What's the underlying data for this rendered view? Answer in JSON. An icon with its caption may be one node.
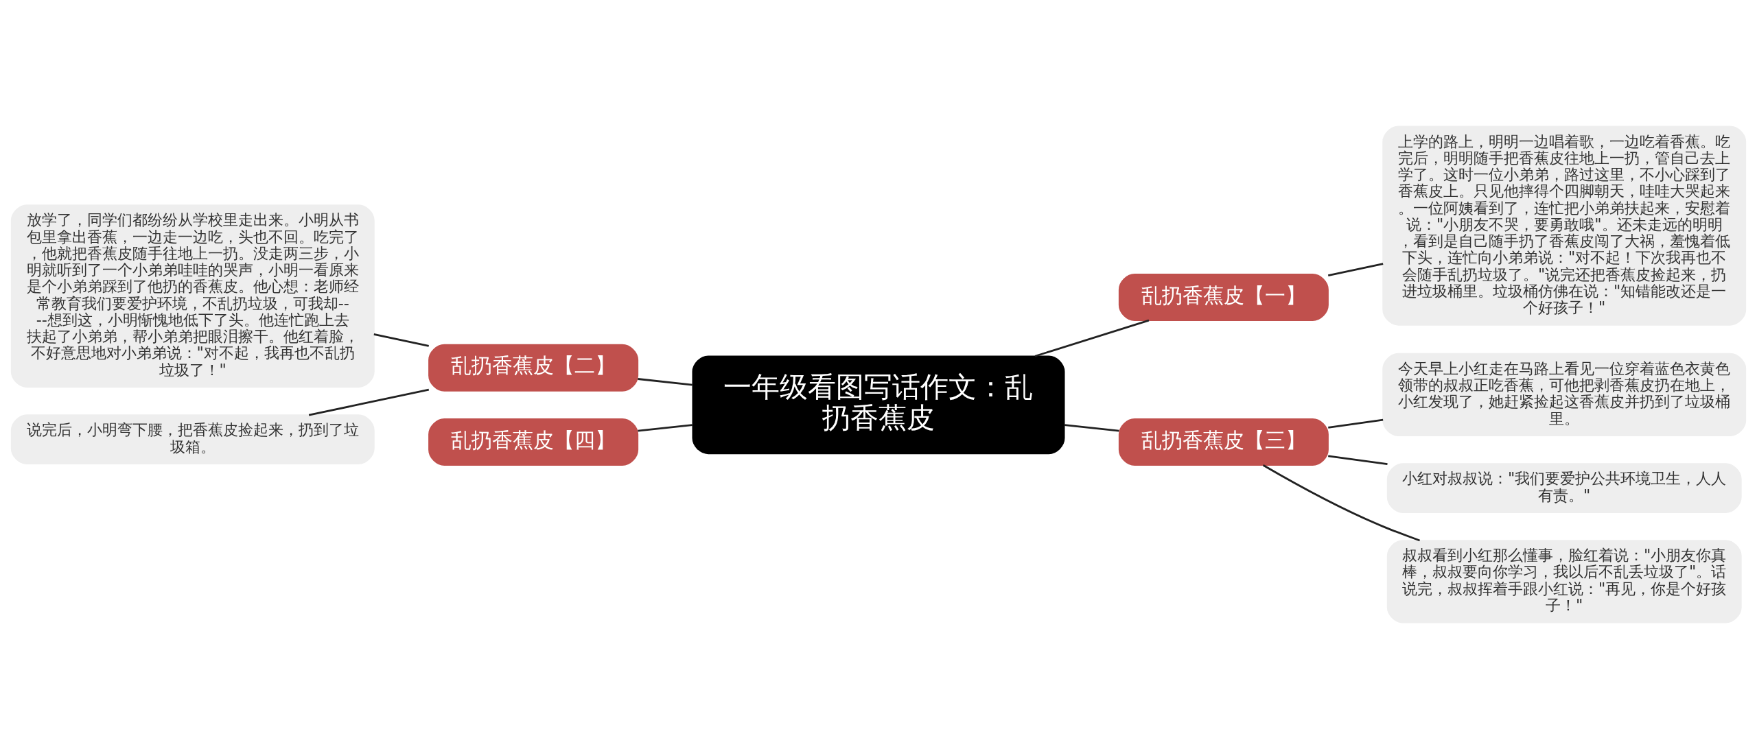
{
  "diagram": {
    "nodes": [
      {
        "text": [
          "一年级看图写话作文：乱扔香蕉皮"
        ]
      },
      {
        "text": [
          "乱扔香蕉皮【一】"
        ]
      },
      {
        "text": [
          "上学的路上，明明一边唱着歌，一边吃着香蕉。吃完后，明明随手把香蕉皮往地上一扔，管自己去上学了。这时一位小弟弟，路过这里，不小心踩到了香蕉皮上。只见他摔得个四脚朝天，哇哇大哭起来。一位阿姨看到了，连忙把小弟弟扶起来，安慰着说：\"小朋友不哭，要勇敢哦\"。还未走远的明明，看到是自己随手扔了香蕉皮闯了大祸，羞愧着低下头，连忙向小弟弟说：\"对不起！下次我再也不会随手乱扔垃圾了。\"说完还把香蕉皮捡起来，扔进垃圾桶里。垃圾桶仿佛在说：\"知错能改还是一个好孩子！\""
        ]
      },
      {
        "text": [
          "乱扔香蕉皮【二】"
        ]
      },
      {
        "text": [
          "放学了，同学们都纷纷从学校里走出来。小明从书包里拿出香蕉，一边走一边吃，头也不回。吃完了，他就把香蕉皮随手往地上一扔。没走两三步，小明就听到了一个小弟弟哇哇的哭声，小明一看原来是个小弟弟踩到了他扔的香蕉皮。他心想：老师经常教育我们要爱护环境，不乱扔垃圾，可我却----想到这，小明惭愧地低下了头。他连忙跑上去扶起了小弟弟，帮小弟弟把眼泪擦干。他红着脸，不好意思地对小弟弟说：\"对不起，我再也不乱扔垃圾了！\""
        ]
      },
      {
        "text": [
          "说完后，小明弯下腰，把香蕉皮捡起来，扔到了垃圾箱。"
        ]
      },
      {
        "text": [
          "乱扔香蕉皮【三】"
        ]
      },
      {
        "text": [
          "今天早上小红走在马路上看见一位穿着蓝色衣黄色领带的叔叔正吃香蕉，可他把剥香蕉皮扔在地上，小红发现了，她赶紧捡起这香蕉皮并扔到了垃圾桶里。"
        ]
      },
      {
        "text": [
          "小红对叔叔说：\"我们要爱护公共环境卫生，人人有责。\""
        ]
      },
      {
        "text": [
          "叔叔看到小红那么懂事，脸红着说：\"小朋友你真棒，叔叔要向你学习，我以后不乱丢垃圾了\"。话说完，叔叔挥着手跟小红说：\"再见，你是个好孩子！\""
        ]
      },
      {
        "text": [
          "乱扔香蕉皮【四】"
        ]
      }
    ],
    "edges": [
      {
        "from": 0,
        "to": 1,
        "arrow": "none"
      },
      {
        "from": 1,
        "to": 2,
        "arrow": "none"
      },
      {
        "from": 0,
        "to": 3,
        "arrow": "none"
      },
      {
        "from": 3,
        "to": 4,
        "arrow": "none"
      },
      {
        "from": 3,
        "to": 5,
        "arrow": "none"
      },
      {
        "from": 0,
        "to": 6,
        "arrow": "none"
      },
      {
        "from": 6,
        "to": 7,
        "arrow": "none"
      },
      {
        "from": 6,
        "to": 8,
        "arrow": "none"
      },
      {
        "from": 6,
        "to": 9,
        "arrow": "none"
      },
      {
        "from": 0,
        "to": 10,
        "arrow": "none"
      }
    ]
  }
}
